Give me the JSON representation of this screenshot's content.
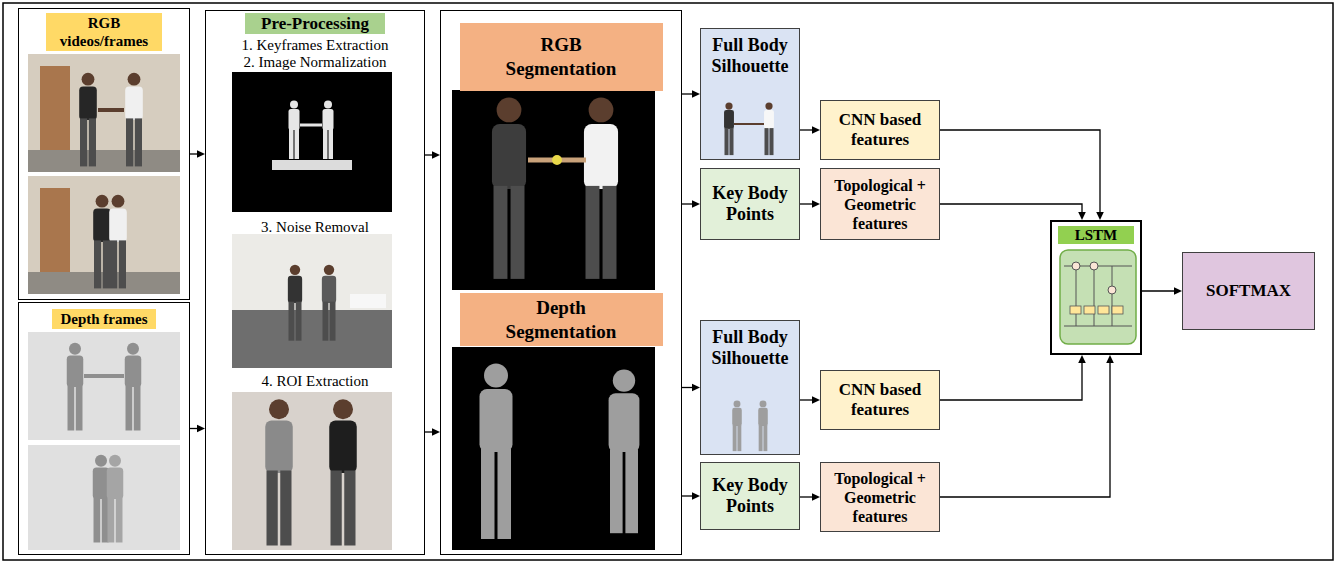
{
  "diagram": {
    "nodes": [
      {
        "text": [
          "RGB videos/frames"
        ]
      },
      {
        "text": [
          "Depth frames"
        ]
      },
      {
        "text": [
          "Pre-Processing",
          "1. Keyframes Extraction",
          "2. Image Normalization",
          "3. Noise Removal",
          "4. ROI Extraction"
        ]
      },
      {
        "text": [
          "RGB Segmentation",
          "Depth Segmentation"
        ]
      },
      {
        "text": [
          "Full Body Silhouette"
        ]
      },
      {
        "text": [
          "Key Body Points"
        ]
      },
      {
        "text": [
          "CNN based features"
        ]
      },
      {
        "text": [
          "Topological + Geometric features"
        ]
      },
      {
        "text": [
          "Full Body Silhouette"
        ]
      },
      {
        "text": [
          "Key Body Points"
        ]
      },
      {
        "text": [
          "CNN based features"
        ]
      },
      {
        "text": [
          "Topological + Geometric features"
        ]
      },
      {
        "text": [
          "LSTM"
        ]
      },
      {
        "text": [
          "SOFTMAX"
        ]
      }
    ],
    "edges": [
      {
        "from": 0,
        "to": 2,
        "arrow": "to"
      },
      {
        "from": 1,
        "to": 2,
        "arrow": "to"
      },
      {
        "from": 2,
        "to": 3,
        "arrow": "to"
      },
      {
        "from": 2,
        "to": 3,
        "arrow": "to"
      },
      {
        "from": 3,
        "to": 4,
        "arrow": "to"
      },
      {
        "from": 3,
        "to": 5,
        "arrow": "to"
      },
      {
        "from": 3,
        "to": 8,
        "arrow": "to"
      },
      {
        "from": 3,
        "to": 9,
        "arrow": "to"
      },
      {
        "from": 4,
        "to": 6,
        "arrow": "to"
      },
      {
        "from": 5,
        "to": 7,
        "arrow": "to"
      },
      {
        "from": 8,
        "to": 10,
        "arrow": "to"
      },
      {
        "from": 9,
        "to": 11,
        "arrow": "to"
      },
      {
        "from": 6,
        "to": 12,
        "arrow": "to"
      },
      {
        "from": 7,
        "to": 12,
        "arrow": "to"
      },
      {
        "from": 10,
        "to": 12,
        "arrow": "to"
      },
      {
        "from": 11,
        "to": 12,
        "arrow": "to"
      },
      {
        "from": 12,
        "to": 13,
        "arrow": "to"
      }
    ]
  }
}
